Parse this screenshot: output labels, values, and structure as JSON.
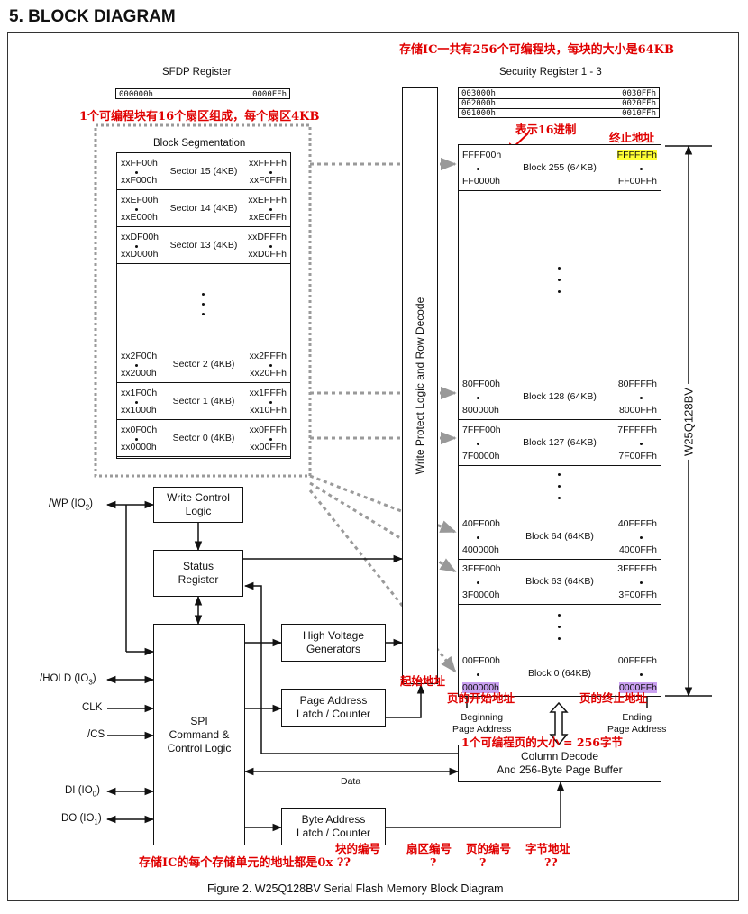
{
  "header": {
    "title": "5.  BLOCK DIAGRAM"
  },
  "caption": "Figure 2. W25Q128BV Serial Flash Memory Block Diagram",
  "sfdp": {
    "label": "SFDP Register",
    "start": "000000h",
    "end": "0000FFh"
  },
  "security": {
    "label": "Security Register 1 - 3",
    "rows": [
      {
        "start": "003000h",
        "end": "0030FFh"
      },
      {
        "start": "002000h",
        "end": "0020FFh"
      },
      {
        "start": "001000h",
        "end": "0010FFh"
      }
    ]
  },
  "segmentation": {
    "label": "Block Segmentation",
    "sectors": [
      {
        "name": "Sector 15 (4KB)",
        "tl": "xxFF00h",
        "tr": "xxFFFFh",
        "bl": "xxF000h",
        "br": "xxF0FFh"
      },
      {
        "name": "Sector 14 (4KB)",
        "tl": "xxEF00h",
        "tr": "xxEFFFh",
        "bl": "xxE000h",
        "br": "xxE0FFh"
      },
      {
        "name": "Sector 13 (4KB)",
        "tl": "xxDF00h",
        "tr": "xxDFFFh",
        "bl": "xxD000h",
        "br": "xxD0FFh"
      },
      {
        "name": "Sector 2 (4KB)",
        "tl": "xx2F00h",
        "tr": "xx2FFFh",
        "bl": "xx2000h",
        "br": "xx20FFh"
      },
      {
        "name": "Sector 1 (4KB)",
        "tl": "xx1F00h",
        "tr": "xx1FFFh",
        "bl": "xx1000h",
        "br": "xx10FFh"
      },
      {
        "name": "Sector 0 (4KB)",
        "tl": "xx0F00h",
        "tr": "xx0FFFh",
        "bl": "xx0000h",
        "br": "xx00FFh"
      }
    ]
  },
  "memory": {
    "blocks": [
      {
        "name": "Block 255 (64KB)",
        "tl": "FFFF00h",
        "tr": "FFFFFFh",
        "bl": "FF0000h",
        "br": "FF00FFh"
      },
      {
        "name": "Block 128 (64KB)",
        "tl": "80FF00h",
        "tr": "80FFFFh",
        "bl": "800000h",
        "br": "8000FFh"
      },
      {
        "name": "Block 127 (64KB)",
        "tl": "7FFF00h",
        "tr": "7FFFFFh",
        "bl": "7F0000h",
        "br": "7F00FFh"
      },
      {
        "name": "Block 64 (64KB)",
        "tl": "40FF00h",
        "tr": "40FFFFh",
        "bl": "400000h",
        "br": "4000FFh"
      },
      {
        "name": "Block 63 (64KB)",
        "tl": "3FFF00h",
        "tr": "3FFFFFh",
        "bl": "3F0000h",
        "br": "3F00FFh"
      },
      {
        "name": "Block 0 (64KB)",
        "tl": "00FF00h",
        "tr": "00FFFFh",
        "bl": "000000h",
        "br": "0000FFh"
      }
    ],
    "chip_label": "W25Q128BV"
  },
  "write_protect": "Write Protect Logic and Row Decode",
  "blocks_logic": {
    "write_control": "Write Control\nLogic",
    "status_register": "Status\nRegister",
    "hv_generators": "High Voltage\nGenerators",
    "page_address": "Page Address\nLatch / Counter",
    "spi": "SPI\nCommand &\nControl Logic",
    "column_decode": "Column Decode\nAnd 256-Byte Page Buffer",
    "byte_address": "Byte Address\nLatch / Counter"
  },
  "pins": {
    "wp": "/WP (IO",
    "wp_sub": "2",
    "hold": "/HOLD (IO",
    "hold_sub": "3",
    "clk": "CLK",
    "cs": "/CS",
    "di": "DI (IO",
    "di_sub": "0",
    "do": "DO (IO",
    "do_sub": "1",
    "close": ")"
  },
  "labels": {
    "data": "Data",
    "beginning": "Beginning\nPage Address",
    "ending": "Ending\nPage Address"
  },
  "annotations": {
    "total_blocks": "存储IC一共有256个可编程块，每块的大小是64KB",
    "block_sectors": "1个可编程块有16个扇区组成，每个扇区4KB",
    "hex": "表示16进制",
    "end_addr": "终止地址",
    "start_addr": "起始地址",
    "page_start": "页的开始地址",
    "page_end": "页的终止地址",
    "page_size": "1个可编程页的大小 = 256字节",
    "cell_addr": "存储IC的每个存储单元的地址都是0x ??",
    "block_no": "块的编号",
    "sector_no": "扇区编号",
    "page_no": "页的编号",
    "byte_addr": "字节地址",
    "q1": "?",
    "q2": "?",
    "q3": "??"
  }
}
